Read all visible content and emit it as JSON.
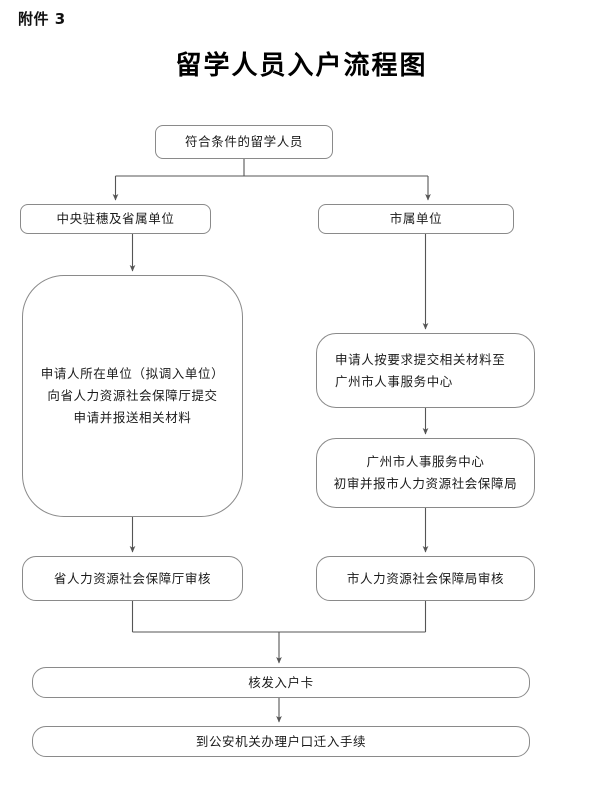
{
  "page": {
    "attachment_label": "附件 3",
    "title": "留学人员入户流程图",
    "line_color": "#555555",
    "box_border_color": "#8a8a8a",
    "text_color": "#1a1a1a",
    "background": "#ffffff"
  },
  "flowchart": {
    "type": "flowchart",
    "orientation": "top-to-bottom",
    "nodes": [
      {
        "id": "top",
        "label": "符合条件的留学人员",
        "align": "center"
      },
      {
        "id": "central_prov",
        "label": "中央驻穗及省属单位",
        "align": "center"
      },
      {
        "id": "municipal",
        "label": "市属单位",
        "align": "center"
      },
      {
        "id": "prov_apply",
        "label": "申请人所在单位（拟调入单位）\n向省人力资源社会保障厅提交\n申请并报送相关材料",
        "align": "center"
      },
      {
        "id": "submit_hr",
        "label": "申请人按要求提交相关材料至\n广州市人事服务中心",
        "align": "left"
      },
      {
        "id": "preliminary",
        "label": "广州市人事服务中心\n初审并报市人力资源社会保障局",
        "align": "center"
      },
      {
        "id": "prov_review",
        "label": "省人力资源社会保障厅审核",
        "align": "center"
      },
      {
        "id": "city_review",
        "label": "市人力资源社会保障局审核",
        "align": "center"
      },
      {
        "id": "issue_card",
        "label": "核发入户卡",
        "align": "center"
      },
      {
        "id": "police",
        "label": "到公安机关办理户口迁入手续",
        "align": "center"
      }
    ],
    "edges": [
      {
        "from": "top",
        "to": "central_prov",
        "arrow": true
      },
      {
        "from": "top",
        "to": "municipal",
        "arrow": true
      },
      {
        "from": "central_prov",
        "to": "prov_apply",
        "arrow": true
      },
      {
        "from": "municipal",
        "to": "submit_hr",
        "arrow": true
      },
      {
        "from": "prov_apply",
        "to": "prov_review",
        "arrow": true
      },
      {
        "from": "submit_hr",
        "to": "preliminary",
        "arrow": true
      },
      {
        "from": "preliminary",
        "to": "city_review",
        "arrow": true
      },
      {
        "from": "prov_review",
        "to": "issue_card",
        "arrow": true
      },
      {
        "from": "city_review",
        "to": "issue_card",
        "arrow": true
      },
      {
        "from": "issue_card",
        "to": "police",
        "arrow": true
      }
    ]
  }
}
